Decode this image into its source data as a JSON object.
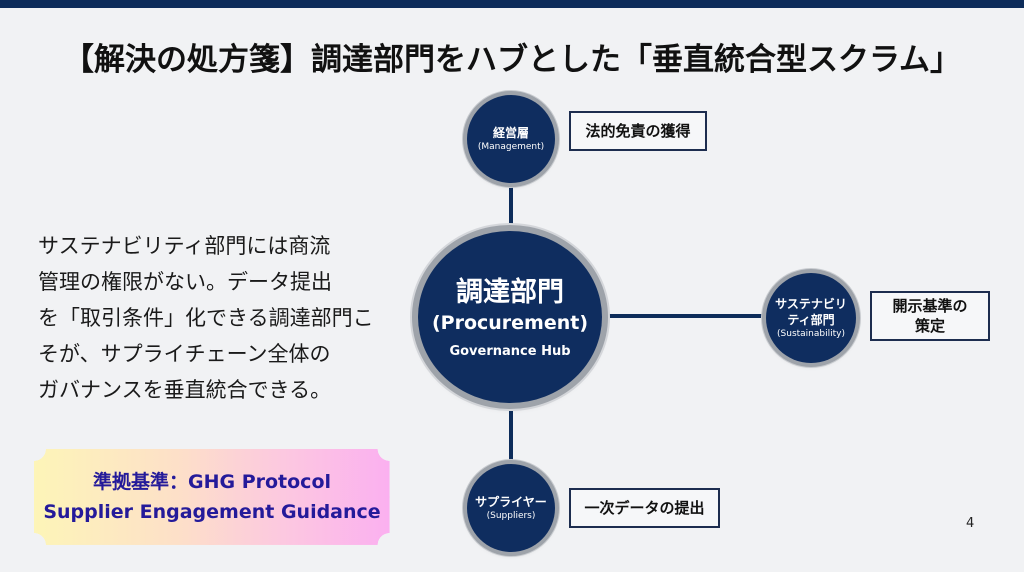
{
  "slide": {
    "title": "【解決の処方箋】調達部門をハブとした「垂直統合型スクラム」",
    "page_number": "4"
  },
  "body_text": {
    "lines": [
      "サステナビリティ部門には商流",
      "管理の権限がない。データ提出",
      "を「取引条件」化できる調達部門こ",
      "そが、サプライチェーン全体の",
      "ガバナンスを垂直統合できる。"
    ]
  },
  "diagram": {
    "hub": {
      "label_jp": "調達部門",
      "label_en": "(Procurement)",
      "subtitle": "Governance Hub"
    },
    "nodes": {
      "top": {
        "label_jp": "経営層",
        "label_en": "(Management)",
        "role": "法的免責の獲得"
      },
      "right": {
        "label_jp_line1": "サステナビリ",
        "label_jp_line2": "ティ部門",
        "label_en": "(Sustainability)",
        "role_line1": "開示基準の",
        "role_line2": "策定"
      },
      "bottom": {
        "label_jp": "サプライヤー",
        "label_en": "(Suppliers)",
        "role": "一次データの提出"
      }
    },
    "colors": {
      "node_fill": "#0f2d5f",
      "connector": "#0d2c5a",
      "ring": "#9ea3aa"
    }
  },
  "badge": {
    "line1": "準拠基準：GHG Protocol",
    "line2": "Supplier Engagement Guidance"
  }
}
